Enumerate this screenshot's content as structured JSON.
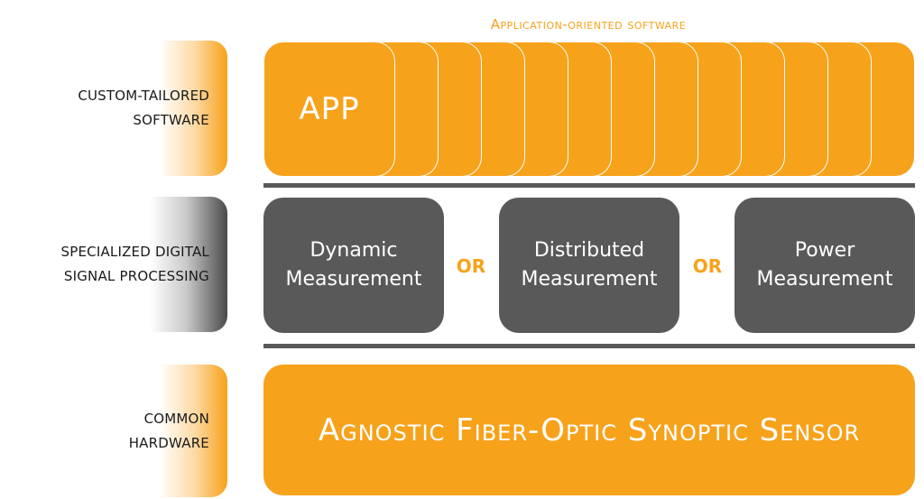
{
  "header": {
    "title": "Application-oriented software"
  },
  "layers": {
    "software": {
      "label": "Custom-tailored\nsoftware"
    },
    "dsp": {
      "label": "Specialized digital\nsignal processing"
    },
    "hardware": {
      "label": "Common\nhardware"
    }
  },
  "app_row": {
    "front_label": "APP",
    "stacked_card_count": 12
  },
  "dsp_row": {
    "modules": [
      {
        "label": "Dynamic\nMeasurement"
      },
      {
        "label": "Distributed\nMeasurement"
      },
      {
        "label": "Power\nMeasurement"
      }
    ],
    "separator": "OR"
  },
  "hardware_row": {
    "label": "Agnostic Fiber-Optic Synoptic Sensor"
  },
  "colors": {
    "accent_orange": "#f7a21b",
    "dark_gray": "#595959",
    "text_dark": "#1a1a1a"
  }
}
